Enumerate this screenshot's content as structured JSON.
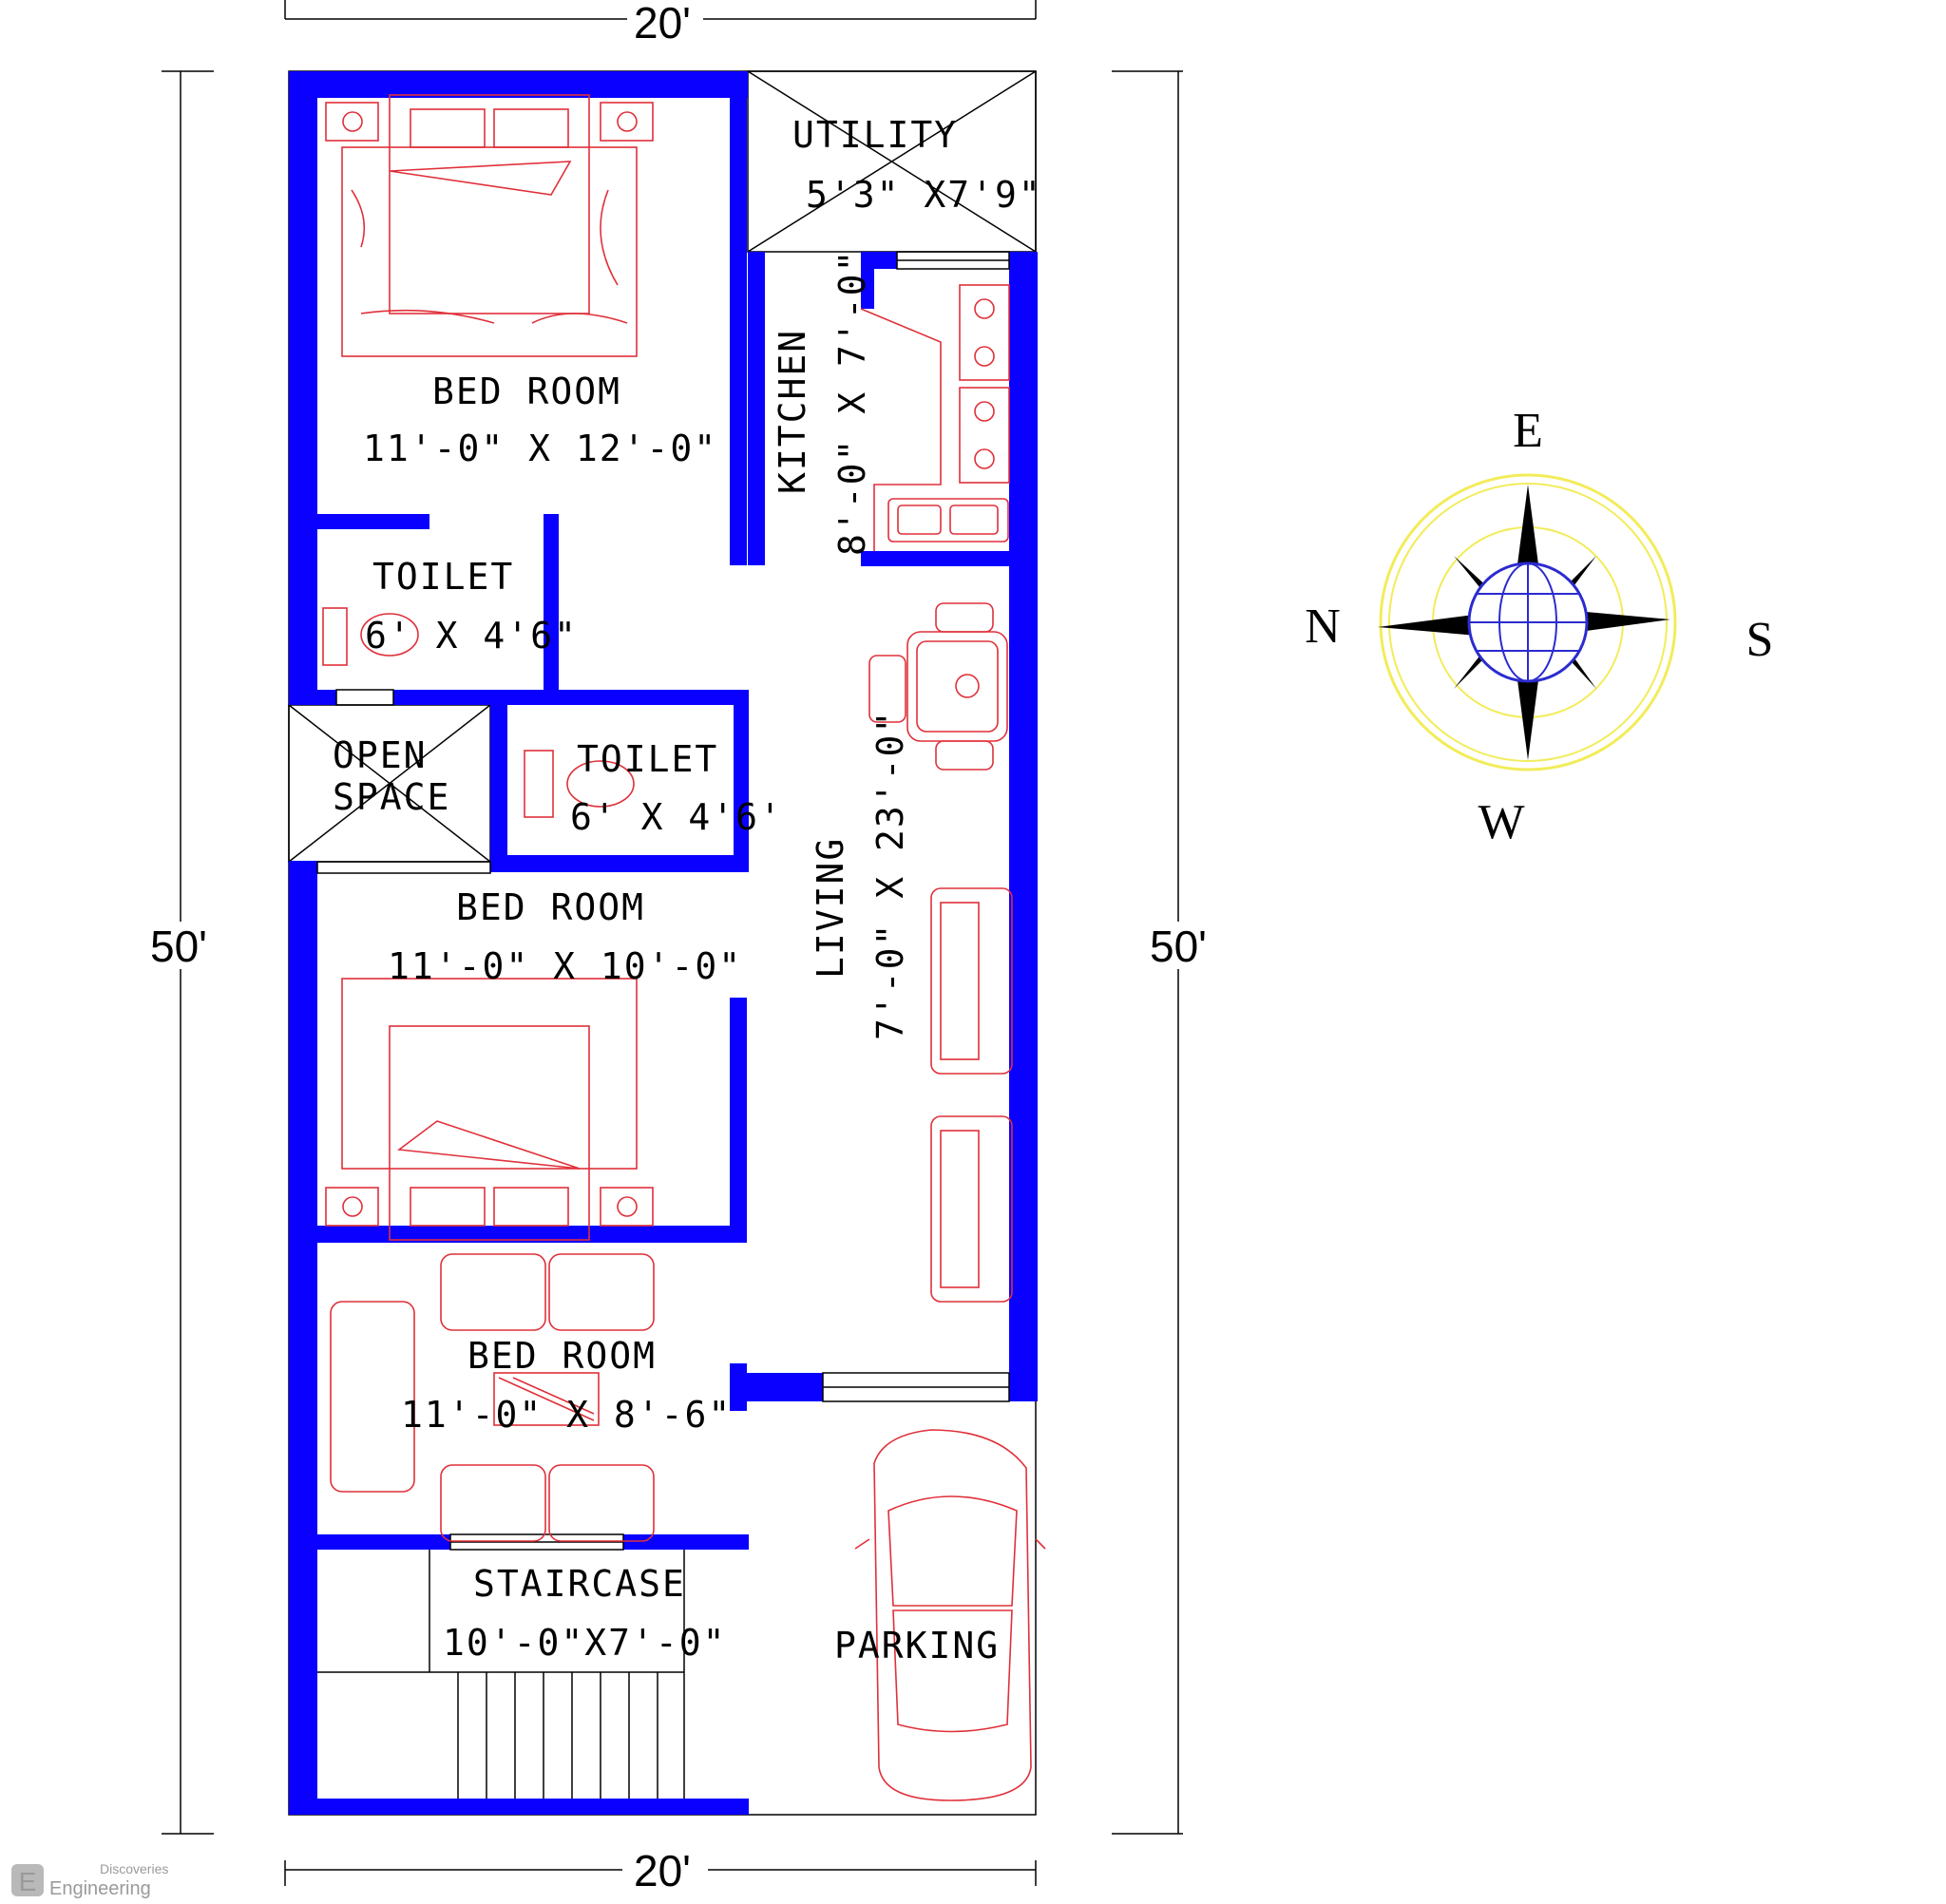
{
  "dimensions": {
    "top_width": "20'",
    "bottom_width": "20'",
    "left_length": "50'",
    "right_length": "50'"
  },
  "rooms": {
    "utility": {
      "name": "UTILITY",
      "size": "5'3\" X7'9\""
    },
    "bedroom1": {
      "name": "BED ROOM",
      "size": "11'-0\" X 12'-0\""
    },
    "kitchen": {
      "name": "KITCHEN",
      "size": "8'-0\" X 7'-0\""
    },
    "toilet1": {
      "name": "TOILET",
      "size": "6' X 4'6\""
    },
    "open_space": {
      "line1": "OPEN",
      "line2": "SPACE"
    },
    "toilet2": {
      "name": "TOILET",
      "size": "6' X 4'6'"
    },
    "living": {
      "name": "LIVING",
      "size": "7'-0\" X 23'-0\""
    },
    "bedroom2": {
      "name": "BED ROOM",
      "size": "11'-0\" X 10'-0\""
    },
    "bedroom3": {
      "name": "BED ROOM",
      "size": "11'-0\" X 8'-6\""
    },
    "staircase": {
      "name": "STAIRCASE",
      "size": "10'-0\"X7'-0\""
    },
    "parking": {
      "name": "PARKING"
    }
  },
  "compass": {
    "east": "E",
    "north": "N",
    "south": "S",
    "west": "W"
  },
  "watermark": {
    "line1": "Discoveries",
    "line2": "Engineering",
    "logo": "E"
  },
  "colors": {
    "wall": "#0a00ff",
    "furniture": "#e0303a",
    "compass_ring": "#f2ec5a",
    "globe": "#2b2bd0"
  }
}
